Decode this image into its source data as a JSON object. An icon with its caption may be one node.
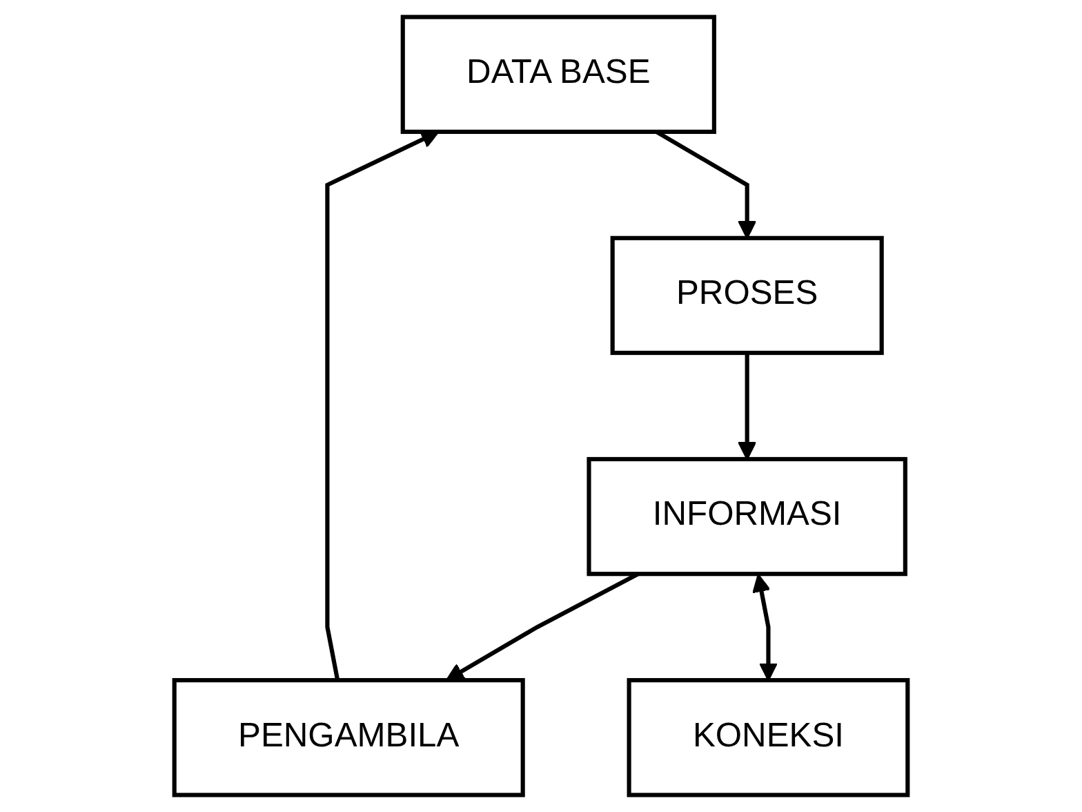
{
  "diagram": {
    "nodes": [
      {
        "text": [
          "DATA BASE"
        ]
      },
      {
        "text": [
          "PROSES"
        ]
      },
      {
        "text": [
          "INFORMASI"
        ]
      },
      {
        "text": [
          "PENGAMBILA"
        ]
      },
      {
        "text": [
          "KONEKSI"
        ]
      }
    ],
    "edges": [
      {
        "from": 0,
        "to": 1,
        "arrow": "to"
      },
      {
        "from": 1,
        "to": 2,
        "arrow": "to"
      },
      {
        "from": 2,
        "to": 3,
        "arrow": "to"
      },
      {
        "from": 3,
        "to": 0,
        "arrow": "to"
      },
      {
        "from": 2,
        "to": 4,
        "arrow": "both"
      }
    ]
  }
}
